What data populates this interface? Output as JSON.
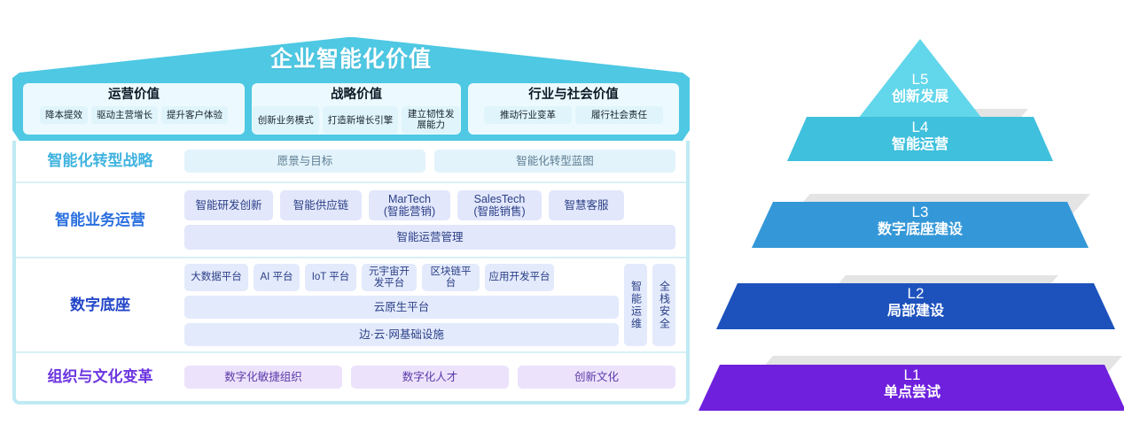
{
  "house": {
    "roof_title": "企业智能化价值",
    "value_cards": [
      {
        "title": "运营价值",
        "chips": [
          "降本提效",
          "驱动主营增长",
          "提升客户体验"
        ]
      },
      {
        "title": "战略价值",
        "chips": [
          "创新业务模式",
          "打造新增长引擎",
          "建立韧性发展能力"
        ]
      },
      {
        "title": "行业与社会价值",
        "chips": [
          "推动行业变革",
          "履行社会责任"
        ]
      }
    ],
    "rows": [
      {
        "label": "智能化转型战略",
        "label_color": "#3fb3df",
        "tiles": [
          "愿景与目标",
          "智能化转型蓝图"
        ]
      },
      {
        "label": "智能业务运营",
        "label_color": "#2a6fe0",
        "tiles": [
          "智能研发创新",
          "智能供应链",
          "MarTech\n(智能营销)",
          "SalesTech\n(智能销售)",
          "智慧客服"
        ],
        "wide_tile": "智能运营管理"
      },
      {
        "label": "数字底座",
        "label_color": "#2346c8",
        "platforms": [
          "大数据平台",
          "AI 平台",
          "IoT 平台",
          "元宇宙开发平台",
          "区块链平台",
          "应用开发平台"
        ],
        "wide_tiles": [
          "云原生平台",
          "边·云·网基础设施"
        ],
        "side_tiles": [
          "智能运维",
          "全栈安全"
        ]
      },
      {
        "label": "组织与文化变革",
        "label_color": "#6d36e0",
        "tiles": [
          "数字化敏捷组织",
          "数字化人才",
          "创新文化"
        ]
      }
    ]
  },
  "pyramid": {
    "levels": [
      {
        "level": "L5",
        "name": "创新发展",
        "color": "#62d6ea"
      },
      {
        "level": "L4",
        "name": "智能运营",
        "color": "#3fc0dd"
      },
      {
        "level": "L3",
        "name": "数字底座建设",
        "color": "#3498d8"
      },
      {
        "level": "L2",
        "name": "局部建设",
        "color": "#1d52bd"
      },
      {
        "level": "L1",
        "name": "单点尝试",
        "color": "#6f20dd"
      }
    ],
    "shadow_color": "#e4e4e5"
  }
}
